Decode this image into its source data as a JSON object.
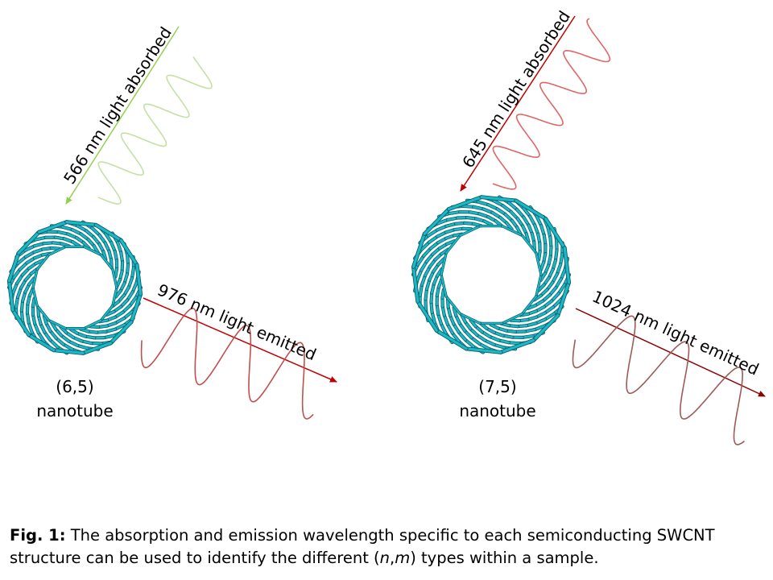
{
  "left": {
    "absorbed_label": "566 nm light absorbed",
    "emitted_label": "976 nm light emitted",
    "tube_name_line1": "(6,5)",
    "tube_name_line2": "nanotube",
    "absorbed_color": "#92d050",
    "absorbed_wave_color": "#c5e0a5",
    "emitted_color": "#c00000",
    "emitted_wave_color": "#c0504d"
  },
  "right": {
    "absorbed_label": "645 nm light absorbed",
    "emitted_label": "1024 nm light emitted",
    "tube_name_line1": "(7,5)",
    "tube_name_line2": "nanotube",
    "absorbed_color": "#c00000",
    "absorbed_wave_color": "#e06666",
    "emitted_color": "#8b0000",
    "emitted_wave_color": "#9e5a58"
  },
  "tube_color": "#1bb8c8",
  "tube_edge_color": "#0b5f68",
  "caption": {
    "label": "Fig. 1:",
    "text_1": " The absorption and emission wavelength specific to each semiconducting SWCNT structure can be used to identify the different (",
    "n": "n",
    "comma": ",",
    "m": "m",
    "text_2": ") types within a sample."
  }
}
